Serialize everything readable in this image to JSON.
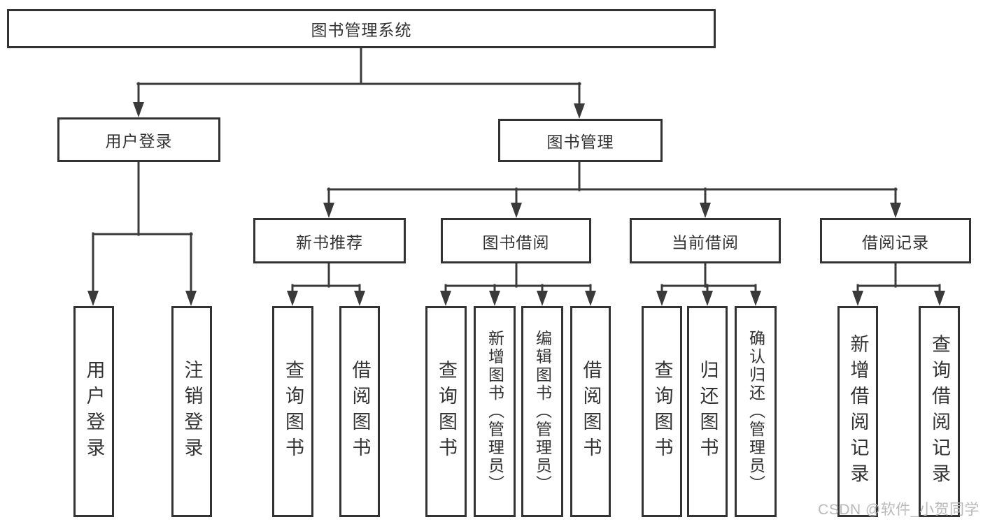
{
  "diagram_title": "图书管理系统",
  "colors": {
    "line": "#3a3a3a",
    "border": "#333333",
    "text": "#333333",
    "watermark": "#b9b9b9",
    "background": "#ffffff"
  },
  "nodes": {
    "root": {
      "label": "图书管理系统"
    },
    "level2": [
      {
        "label": "用户登录"
      },
      {
        "label": "图书管理"
      }
    ],
    "level3": [
      {
        "label": "新书推荐"
      },
      {
        "label": "图书借阅"
      },
      {
        "label": "当前借阅"
      },
      {
        "label": "借阅记录"
      }
    ],
    "leaves": [
      {
        "label": "用户登录"
      },
      {
        "label": "注销登录"
      },
      {
        "label": "查询图书"
      },
      {
        "label": "借阅图书"
      },
      {
        "label": "查询图书"
      },
      {
        "label": "新增图书（管理员）"
      },
      {
        "label": "编辑图书（管理员）"
      },
      {
        "label": "借阅图书"
      },
      {
        "label": "查询图书"
      },
      {
        "label": "归还图书"
      },
      {
        "label": "确认归还（管理员）"
      },
      {
        "label": "新增借阅记录"
      },
      {
        "label": "查询借阅记录"
      }
    ]
  },
  "watermark": {
    "text": "CSDN @软件_小贺同学"
  }
}
